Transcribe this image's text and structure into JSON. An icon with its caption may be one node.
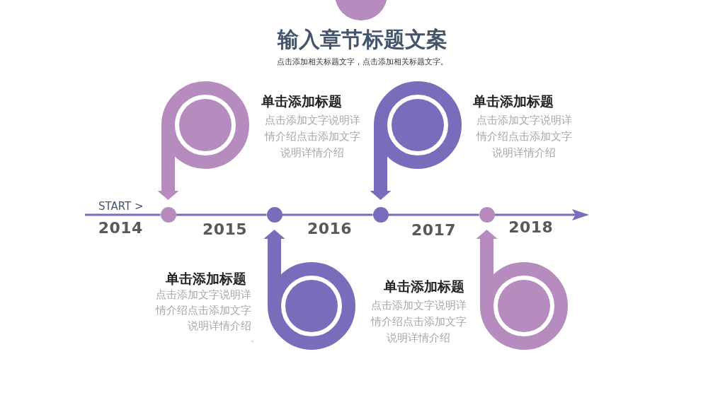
{
  "diagram": {
    "title": "输入章节标题文案",
    "nodes": [
      {
        "text": [],
        "shape": "circle",
        "beside": [
          "单击添加标题",
          "点击添加文字说明详情介绍点击添加文字说明详情介绍"
        ]
      },
      {
        "text": [],
        "shape": "circle",
        "beside": [
          "单击添加标题",
          "点击添加文字说明详情介绍点击添加文字说明详情介绍"
        ]
      },
      {
        "text": [],
        "shape": "circle"
      },
      {
        "text": [],
        "shape": "circle"
      },
      {
        "text": [],
        "shape": "circle"
      },
      {
        "text": [],
        "shape": "circle"
      },
      {
        "text": [],
        "shape": "circle",
        "beside": [
          "单击添加标题",
          "点击添加文字说明详情介绍点击添加文字说明详情介绍"
        ]
      },
      {
        "text": [],
        "shape": "circle",
        "beside": [
          "单击添加标题",
          "点击添加文字说明详情介绍点击添加文字说明详情介绍"
        ]
      }
    ],
    "edges": [
      {
        "from": null,
        "to": 2,
        "arrow": "none",
        "label": "2014"
      },
      {
        "from": 2,
        "to": 3,
        "arrow": "none",
        "label": "2015"
      },
      {
        "from": 3,
        "to": 4,
        "arrow": "none",
        "label": "2016"
      },
      {
        "from": 4,
        "to": 5,
        "arrow": "none",
        "label": "2017"
      },
      {
        "from": 5,
        "to": null,
        "arrow": "to",
        "label": "2018"
      },
      {
        "from": 0,
        "to": 2,
        "arrow": "to",
        "style": "thick",
        "color": "#b68bbd"
      },
      {
        "from": 1,
        "to": 4,
        "arrow": "to",
        "style": "thick"
      },
      {
        "from": 6,
        "to": 3,
        "arrow": "to",
        "style": "thick"
      },
      {
        "from": 7,
        "to": 5,
        "arrow": "to",
        "style": "thick",
        "color": "#b68bbd"
      }
    ],
    "labels": [
      "点击添加相关标题文字，点击添加相关标题文字。",
      "START >",
      "。"
    ]
  }
}
